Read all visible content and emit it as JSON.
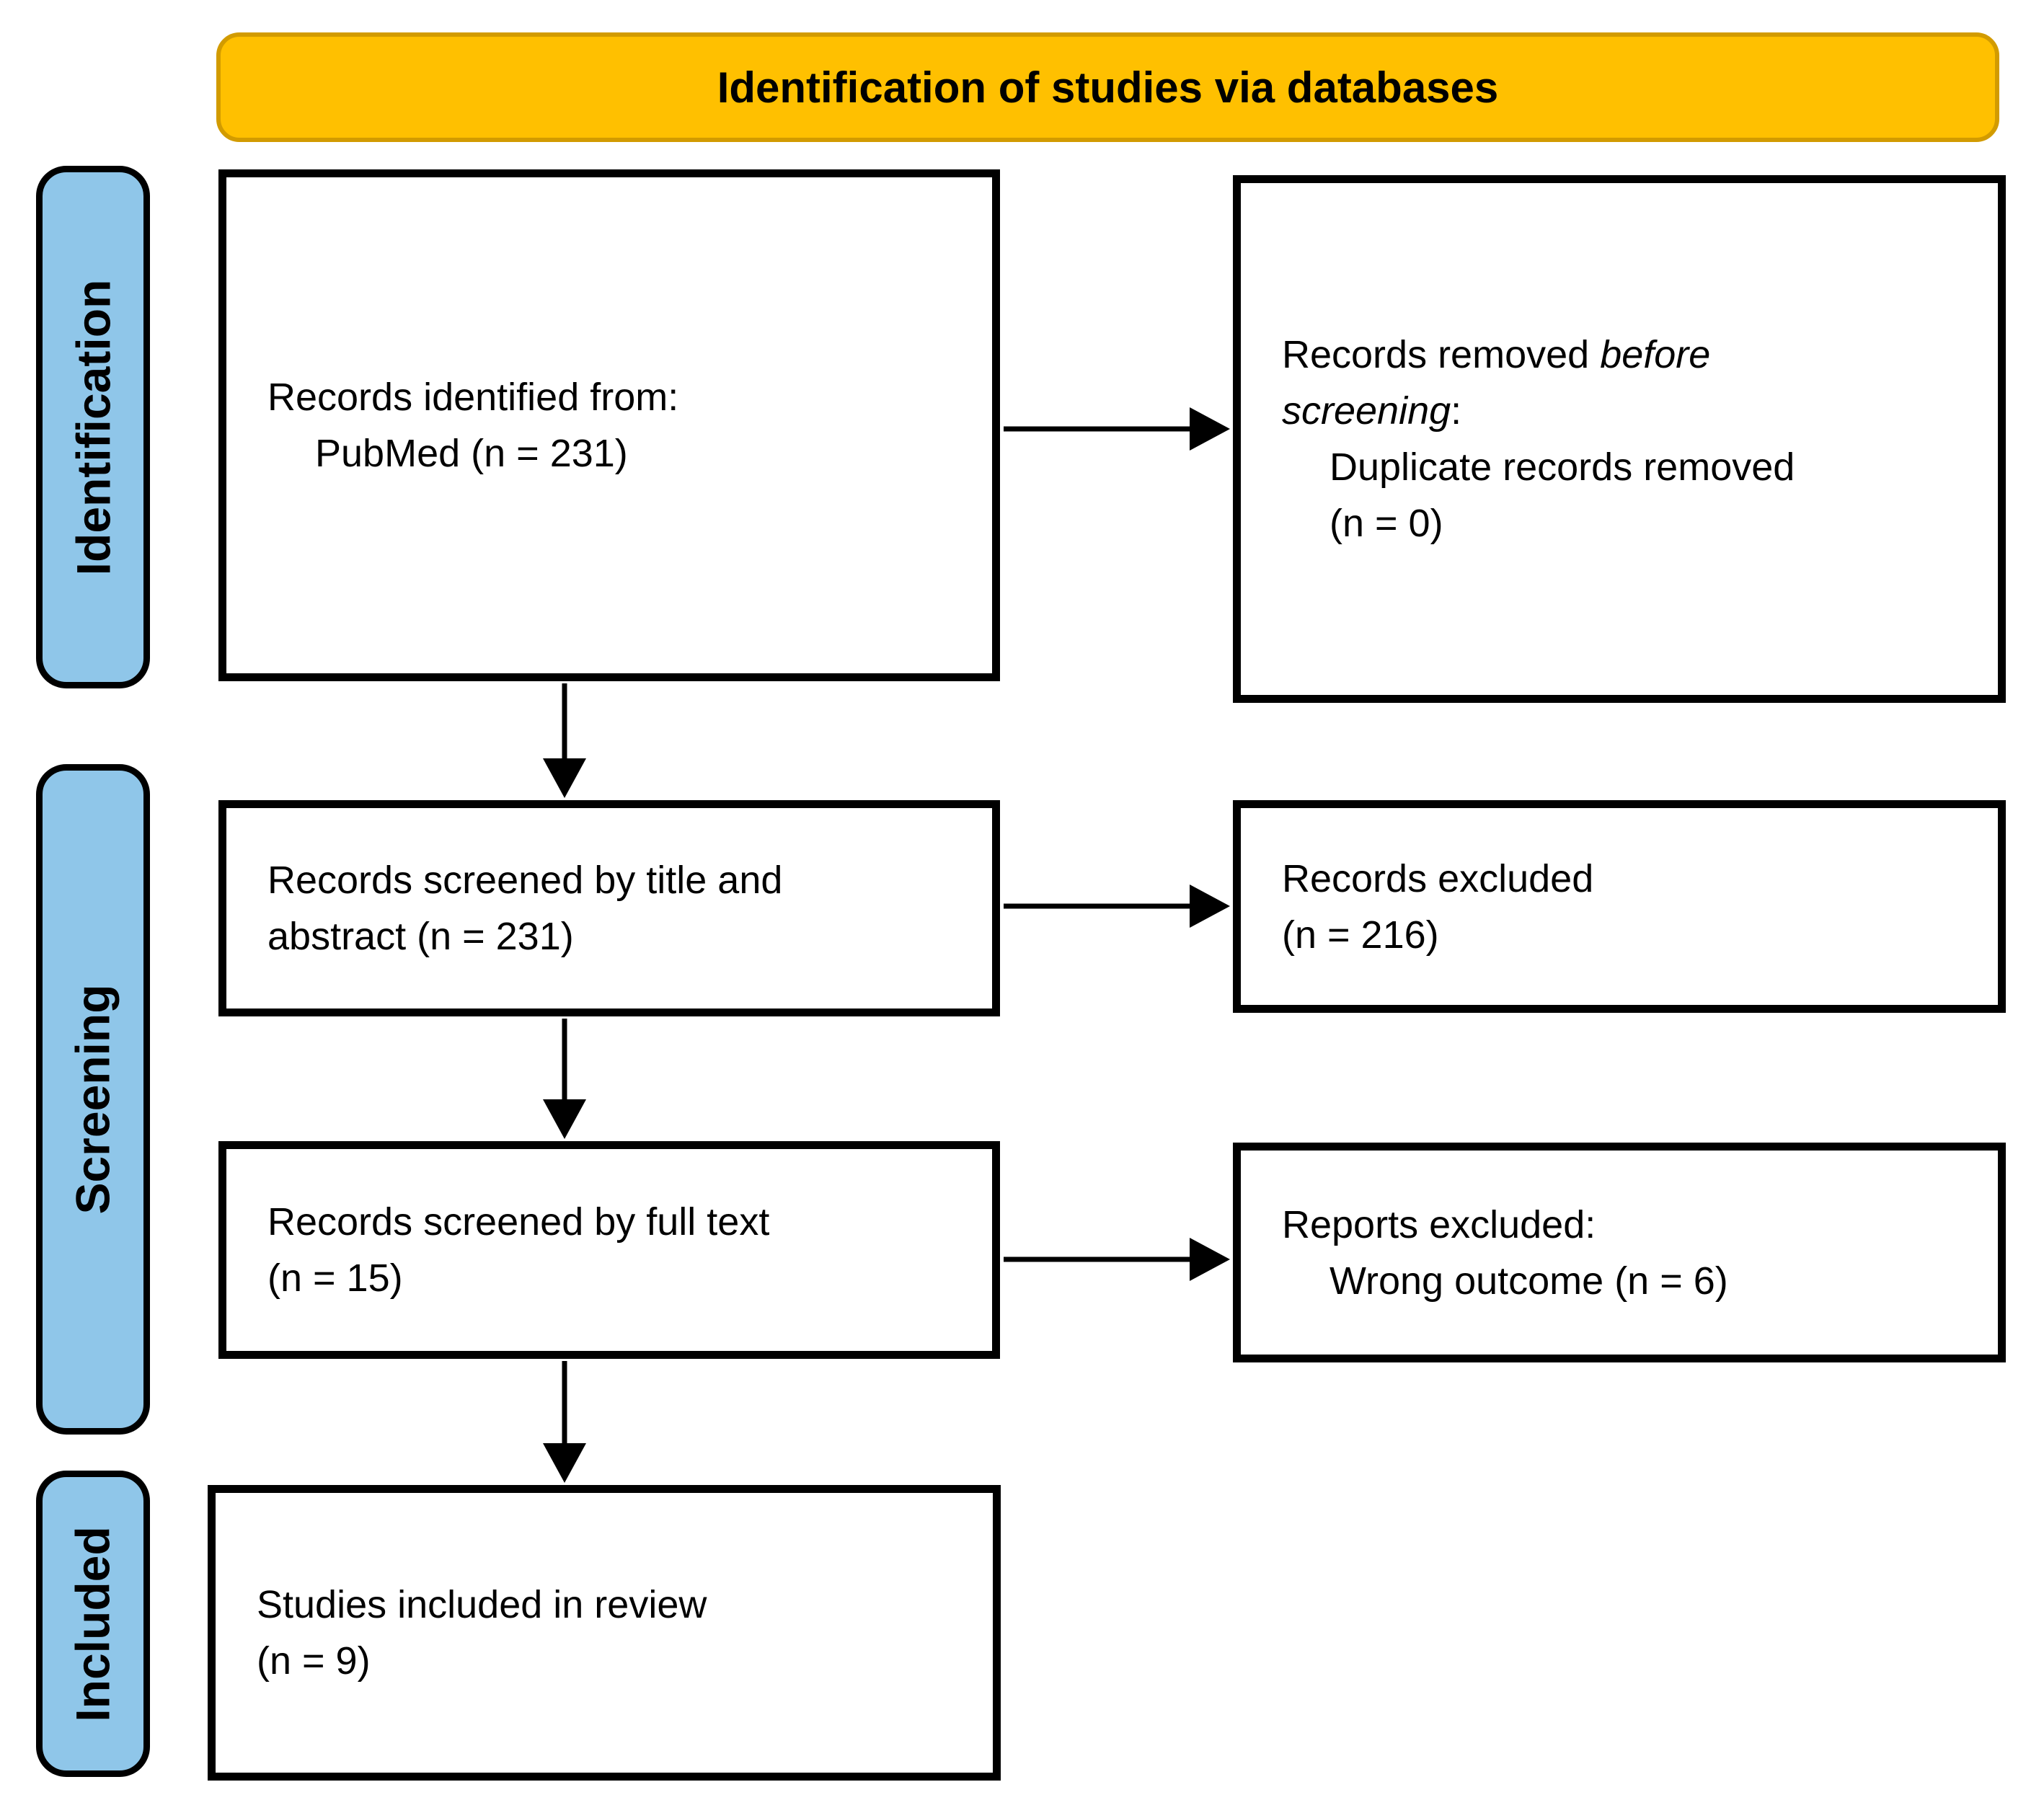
{
  "header": {
    "title": "Identification of studies via databases"
  },
  "side_labels": {
    "identification": "Identification",
    "screening": "Screening",
    "included": "Included"
  },
  "boxes": {
    "records_identified": {
      "line1": "Records identified from:",
      "line2": "PubMed (n = 231)"
    },
    "records_removed": {
      "line1_normal": "Records removed ",
      "line1_italic": "before",
      "line2_italic": "screening",
      "line2_normal": ":",
      "line3": "Duplicate records removed",
      "line4": "(n = 0)"
    },
    "records_screened_title_abstract": {
      "line1": "Records screened by title and",
      "line2": "abstract (n = 231)"
    },
    "records_excluded": {
      "line1": "Records excluded",
      "line2": "(n = 216)"
    },
    "records_screened_full_text": {
      "line1": "Records screened by full text",
      "line2": "(n = 15)"
    },
    "reports_excluded": {
      "line1": "Reports excluded:",
      "line2": "Wrong outcome (n = 6)"
    },
    "studies_included": {
      "line1": "Studies included in review",
      "line2": "(n = 9)"
    }
  },
  "colors": {
    "banner_fill": "#FFC000",
    "banner_border": "#D29B00",
    "stage_label_fill": "#8FC6E9",
    "box_border": "#000000",
    "arrow": "#000000",
    "text": "#000000",
    "background": "#FFFFFF"
  }
}
